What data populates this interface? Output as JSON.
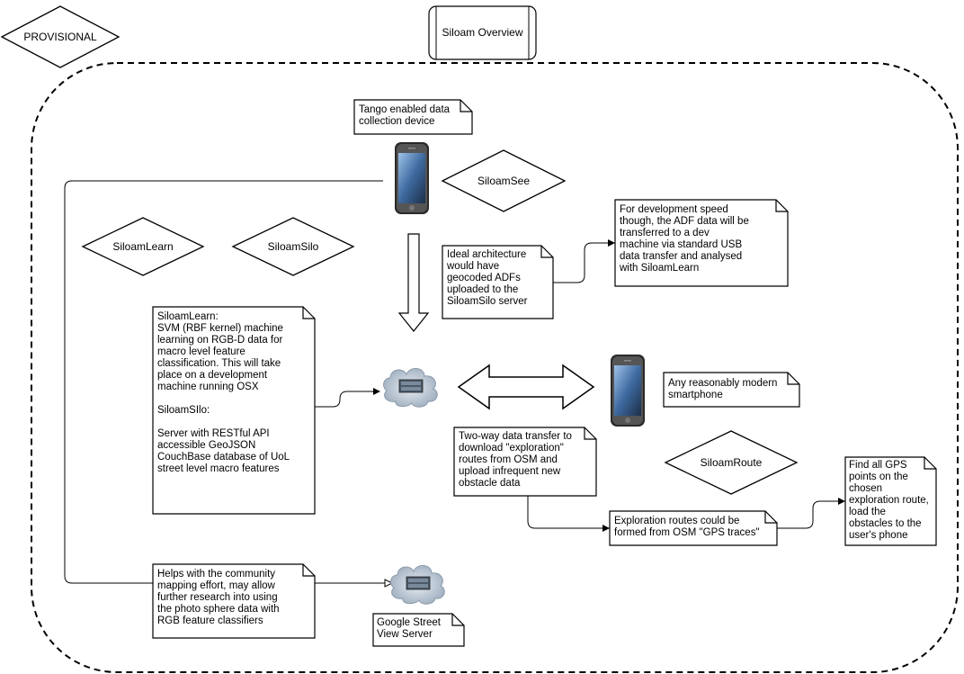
{
  "provisional": "PROVISIONAL",
  "title": "Siloam Overview",
  "components": {
    "see": "SiloamSee",
    "learn": "SiloamLearn",
    "silo": "SiloamSilo",
    "route": "SiloamRoute"
  },
  "notes": {
    "tango": "Tango enabled data\ncollection device",
    "dev_speed": "For development speed\nthough, the ADF data will be\ntransferred to a dev\nmachine via standard USB\ndata transfer and analysed\nwith SiloamLearn",
    "ideal": "Ideal architecture\nwould have\ngeocoded ADFs\nuploaded to the\nSiloamSilo server",
    "learn_silo": "SiloamLearn:\nSVM (RBF kernel) machine\nlearning on RGB-D data for\nmacro level feature\nclassification. This will take\nplace on a development\nmachine running OSX\n\nSiloamSIlo:\n\nServer with RESTful API\naccessible GeoJSON\nCouchBase database of UoL\nstreet level macro features",
    "smartphone": "Any reasonably modern\nsmartphone",
    "two_way": "Two-way data transfer to\ndownload \"exploration\"\nroutes from OSM and\nupload infrequent new\nobstacle data",
    "routes": "Exploration routes could be\nformed from OSM \"GPS traces\"",
    "gps": "Find all GPS\npoints on the\nchosen\nexploration route,\nload the\nobstacles to the\nuser's phone",
    "community": "Helps with the community\nmapping effort, may allow\nfurther research into using\nthe photo sphere data with\nRGB feature classifiers",
    "street_view": "Google Street\nView Server"
  },
  "icons": {
    "phone": "smartphone-icon",
    "cloud": "cloud-server-icon"
  },
  "colors": {
    "stroke": "#000000",
    "phone_screen": "#3a5f8f",
    "cloud": "#b9c8d6"
  }
}
